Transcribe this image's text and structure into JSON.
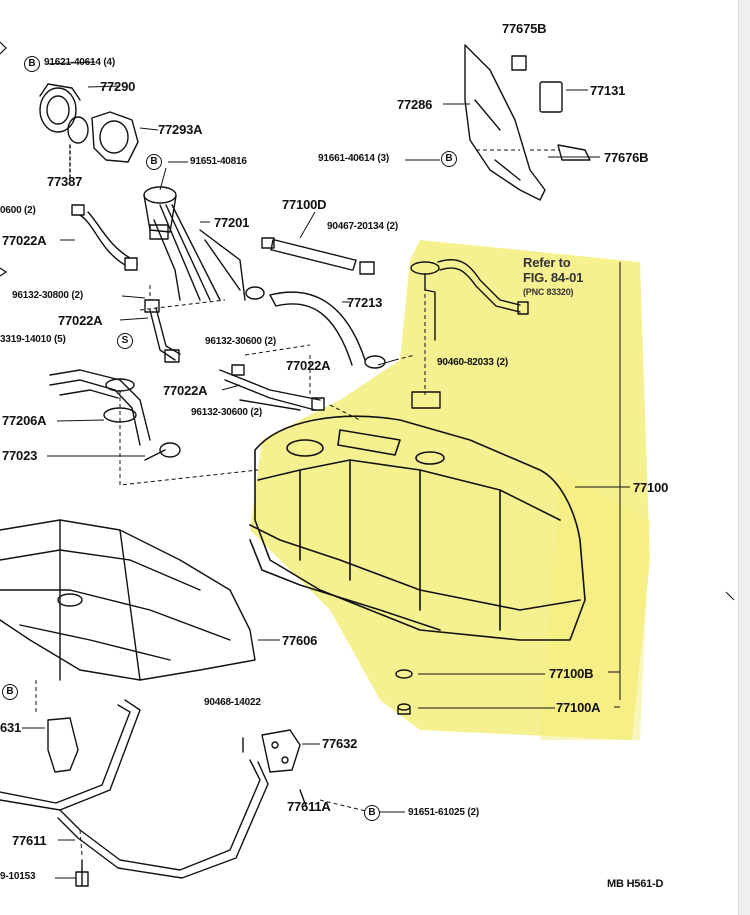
{
  "highlight_color": "#f4ee7c",
  "labels": {
    "p77675b": "77675B",
    "p91621": "91621-40614 (4)",
    "p77290": "77290",
    "p77131": "77131",
    "p77286": "77286",
    "p77293a": "77293A",
    "p77387": "77387",
    "p91651": "91651-40816",
    "p91661": "91661-40614 (3)",
    "p77676b": "77676B",
    "p0600": "0600 (2)",
    "p77100d": "77100D",
    "p77201": "77201",
    "p77022a_1": "77022A",
    "p90467": "90467-20134 (2)",
    "p96132_1": "96132-30800 (2)",
    "p77213": "77213",
    "p77022a_2": "77022A",
    "p3319": "3319-14010 (5)",
    "p96132_2": "96132-30600 (2)",
    "p77022a_3": "77022A",
    "p90460": "90460-82033 (2)",
    "p77022a_4": "77022A",
    "p96132_3": "96132-30600 (2)",
    "p77206a": "77206A",
    "p77023": "77023",
    "p77100": "77100",
    "p77606": "77606",
    "p77100b": "77100B",
    "p77100a": "77100A",
    "p90468": "90468-14022",
    "p631": "631",
    "p77632": "77632",
    "p77611a": "77611A",
    "p91651b": "91651-61025 (2)",
    "p77611": "77611",
    "p10153": "9-10153",
    "ref_line1": "Refer to",
    "ref_line2": "FIG. 84-01",
    "ref_line3": "(PNC 83320)",
    "drawing_code": "MB  H561-D"
  },
  "symbols": {
    "b": "B",
    "s": "S"
  }
}
